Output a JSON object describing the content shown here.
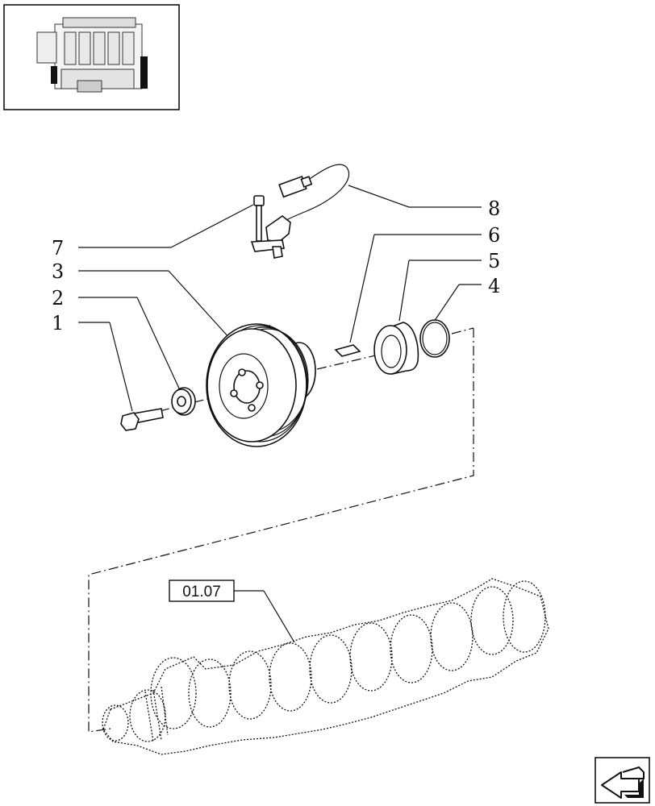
{
  "callouts": [
    {
      "id": "1",
      "label": "1"
    },
    {
      "id": "2",
      "label": "2"
    },
    {
      "id": "3",
      "label": "3"
    },
    {
      "id": "4",
      "label": "4"
    },
    {
      "id": "5",
      "label": "5"
    },
    {
      "id": "6",
      "label": "6"
    },
    {
      "id": "7",
      "label": "7"
    },
    {
      "id": "8",
      "label": "8"
    }
  ],
  "reference_box": {
    "label": "01.07"
  },
  "icons": {
    "thumbnail": "engine-thumbnail-icon",
    "nav": "next-page-arrow-icon"
  }
}
